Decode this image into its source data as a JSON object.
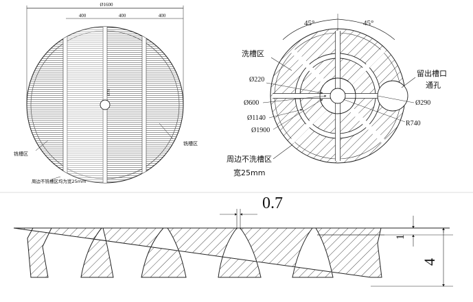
{
  "left_plate": {
    "overall_diameter": "Ø1600",
    "segment_widths": [
      "400",
      "400",
      "400"
    ],
    "center_hole": "Ø70",
    "milled_zone_left": "铣槽区",
    "milled_zone_right": "铣槽区",
    "edge_note": "周边不铣槽区均为宽25mm"
  },
  "right_plate": {
    "angle_left": "45°",
    "angle_right": "45°",
    "wash_zone": "洗槽区",
    "d220": "Ø220",
    "d600": "Ø600",
    "d1140": "Ø1140",
    "d1900": "Ø1900",
    "keep_hole_line1": "留出槽口",
    "keep_hole_line2": "通孔",
    "d290": "Ø290",
    "r740": "R740",
    "edge_note_line1": "周边不洗槽区",
    "edge_note_line2": "宽25mm"
  },
  "section": {
    "gap": "0.7",
    "depth_top": "1",
    "depth_total": "4"
  }
}
